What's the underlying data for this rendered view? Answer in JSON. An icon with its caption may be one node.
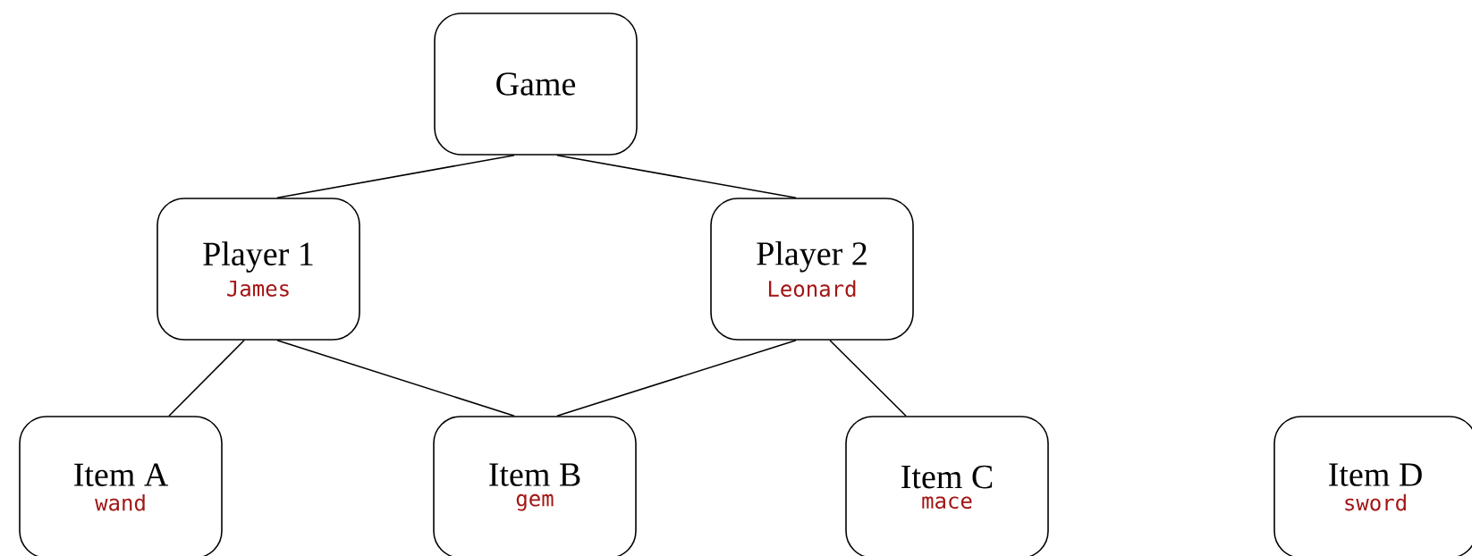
{
  "diagram": {
    "nodes": [
      {
        "text": [
          "Game"
        ]
      },
      {
        "text": [
          "Player 1",
          "James"
        ]
      },
      {
        "text": [
          "Player 2",
          "Leonard"
        ]
      },
      {
        "text": [
          "Item A",
          "wand"
        ]
      },
      {
        "text": [
          "Item B",
          "gem"
        ]
      },
      {
        "text": [
          "Item C",
          "mace"
        ]
      },
      {
        "text": [
          "Item D",
          "sword"
        ]
      }
    ],
    "edges": [
      {
        "from": 0,
        "to": 1,
        "arrow": "none"
      },
      {
        "from": 0,
        "to": 2,
        "arrow": "none"
      },
      {
        "from": 1,
        "to": 3,
        "arrow": "none"
      },
      {
        "from": 1,
        "to": 4,
        "arrow": "none"
      },
      {
        "from": 2,
        "to": 4,
        "arrow": "none"
      },
      {
        "from": 2,
        "to": 5,
        "arrow": "none"
      }
    ]
  }
}
